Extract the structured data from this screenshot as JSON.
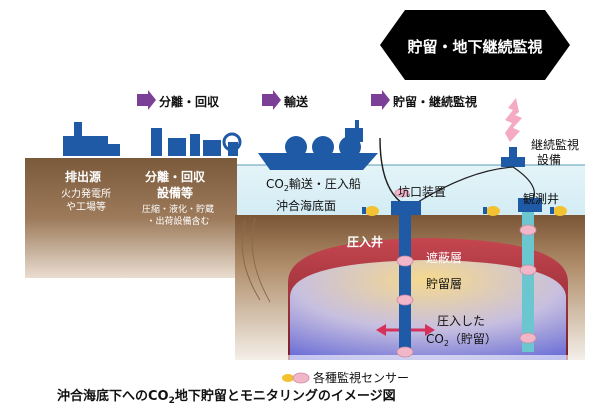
{
  "top_banner": "貯留・地下継続監視",
  "steps": [
    {
      "label": "分離・回収"
    },
    {
      "label": "輸送"
    },
    {
      "label": "貯留・継続監視"
    }
  ],
  "land": {
    "source": {
      "title": "排出源",
      "line1": "火力発電所",
      "line2": "や工場等"
    },
    "capture": {
      "title1": "分離・回収",
      "title2": "設備等",
      "note1": "圧縮・液化・貯蔵",
      "note2": "・出荷設備含む"
    }
  },
  "sea": {
    "ship_label_prefix": "CO",
    "ship_label_sub": "2",
    "ship_label_suffix": "輸送・圧入船",
    "seabed_label": "沖合海底面",
    "wellhead_label": "坑口装置",
    "monitor_label1": "継続監視",
    "monitor_label2": "設備",
    "obs_well_label": "観測井"
  },
  "subsurface": {
    "injection_well_label": "圧入井",
    "cap_rock_label": "遮蔽層",
    "reservoir_label": "貯留層",
    "co2_label1": "圧入した",
    "co2_label_prefix": "CO",
    "co2_label_sub": "2",
    "co2_label_suffix": "（貯留）"
  },
  "legend": {
    "sensor_label": "各種監視センサー"
  },
  "caption": {
    "part1": "沖合海底下へのCO",
    "sub": "2",
    "part2": "地下貯留とモニタリングのイメージ図"
  },
  "colors": {
    "ground": "#7b5a3c",
    "sea": "#dff1f7",
    "equipment": "#1f5aa6",
    "arrow": "#7b3f98",
    "cap_rock": "#a33a45",
    "sensor": "#f2b6c9",
    "obs_well": "#6cc6cf"
  }
}
